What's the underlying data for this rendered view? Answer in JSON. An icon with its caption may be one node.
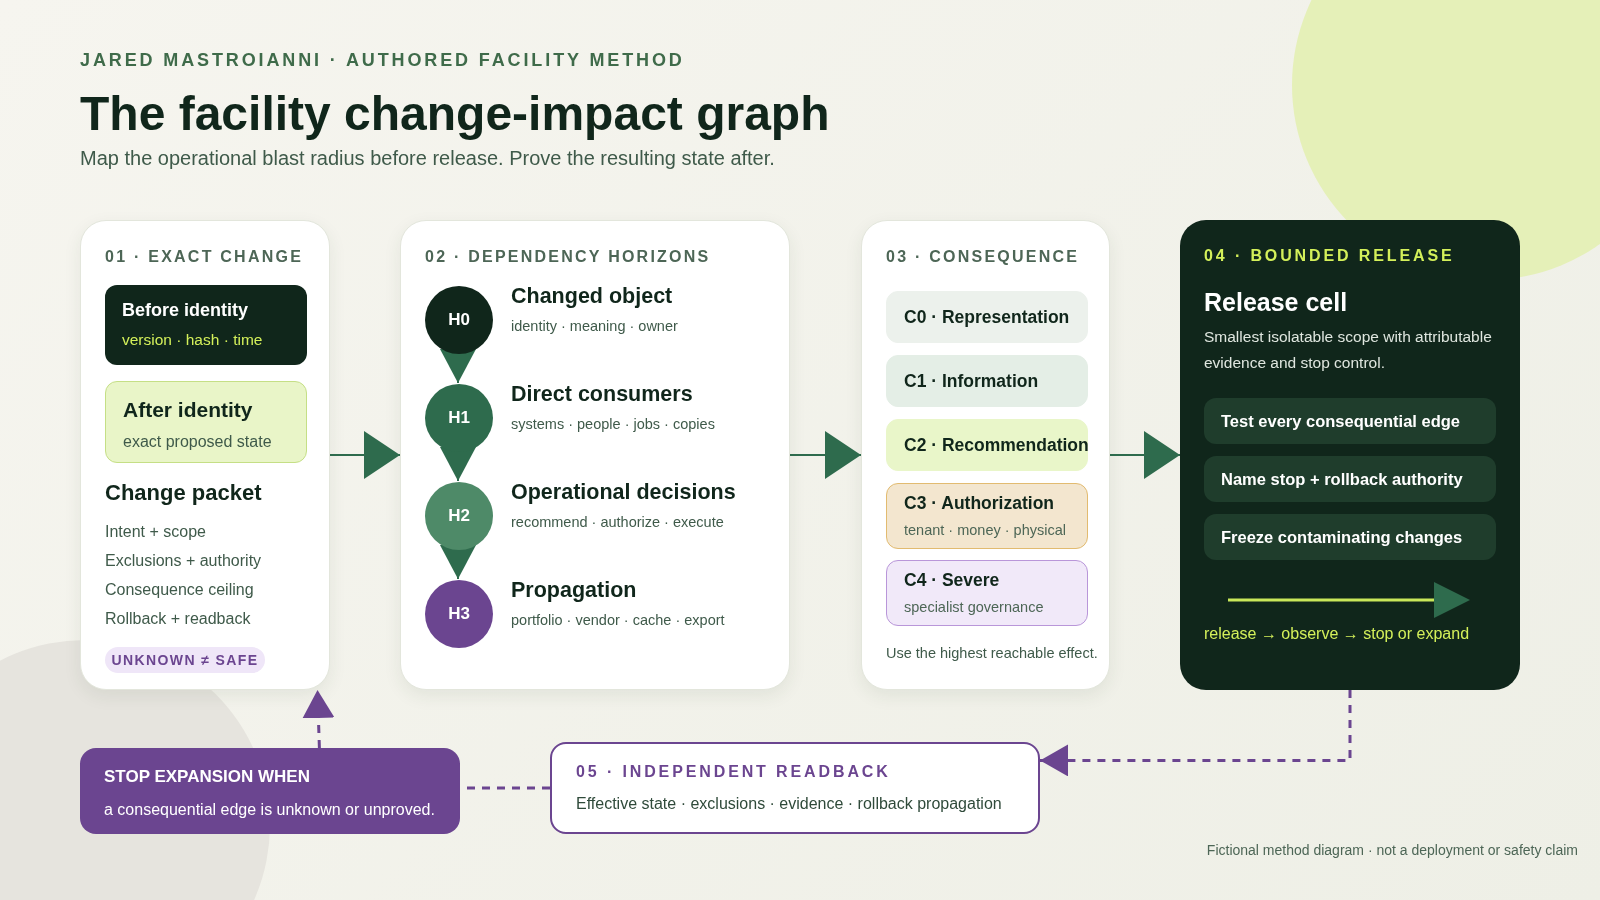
{
  "diagram": {
    "title": "The facility change-impact graph",
    "nodes": [
      {
        "text": [
          "01 · EXACT CHANGE",
          "Change packet",
          "Intent + scope",
          "Exclusions + authority",
          "Consequence ceiling",
          "Rollback + readback"
        ]
      },
      {
        "text": [
          "Before identity",
          "version · hash · time"
        ],
        "in": 0
      },
      {
        "text": [
          "After identity",
          "exact proposed state"
        ],
        "in": 0
      },
      {
        "text": [
          "UNKNOWN ≠ SAFE"
        ],
        "in": 0
      },
      {
        "text": [
          "02 · DEPENDENCY HORIZONS"
        ]
      },
      {
        "text": [
          "H0"
        ],
        "in": 4,
        "beside": [
          "Changed object",
          "identity · meaning · owner"
        ]
      },
      {
        "text": [
          "H1"
        ],
        "in": 4,
        "beside": [
          "Direct consumers",
          "systems · people · jobs · copies"
        ]
      },
      {
        "text": [
          "H2"
        ],
        "in": 4,
        "beside": [
          "Operational decisions",
          "recommend · authorize · execute"
        ]
      },
      {
        "text": [
          "H3"
        ],
        "in": 4,
        "beside": [
          "Propagation",
          "portfolio · vendor · cache · export"
        ]
      },
      {
        "text": [
          "03 · CONSEQUENCE",
          "Use the highest reachable effect."
        ]
      },
      {
        "text": [
          "C0 · Representation"
        ],
        "in": 9
      },
      {
        "text": [
          "C1 · Information"
        ],
        "in": 9
      },
      {
        "text": [
          "C2 · Recommendation"
        ],
        "in": 9
      },
      {
        "text": [
          "C3 · Authorization",
          "tenant · money · physical"
        ],
        "in": 9
      },
      {
        "text": [
          "C4 · Severe",
          "specialist governance"
        ],
        "in": 9
      },
      {
        "text": [
          "04 · BOUNDED RELEASE",
          "Release cell",
          "Smallest isolatable scope with attributable evidence and stop control.",
          "release → observe → stop or expand"
        ]
      },
      {
        "text": [
          "Test every consequential edge"
        ],
        "in": 15
      },
      {
        "text": [
          "Name stop + rollback authority"
        ],
        "in": 15
      },
      {
        "text": [
          "Freeze contaminating changes"
        ],
        "in": 15
      },
      {
        "text": [
          "STOP EXPANSION WHEN",
          "a consequential edge is unknown or unproved."
        ]
      },
      {
        "text": [
          "05 · INDEPENDENT READBACK",
          "Effective state · exclusions · evidence · rollback propagation"
        ]
      }
    ],
    "edges": [
      {
        "from": 0,
        "to": 4,
        "arrow": "to"
      },
      {
        "from": 4,
        "to": 9,
        "arrow": "to"
      },
      {
        "from": 9,
        "to": 15,
        "arrow": "to"
      },
      {
        "from": 5,
        "to": 6,
        "arrow": "to"
      },
      {
        "from": 6,
        "to": 7,
        "arrow": "to"
      },
      {
        "from": 7,
        "to": 8,
        "arrow": "to"
      },
      {
        "from": 15,
        "to": 20,
        "arrow": "to",
        "style": "dashed",
        "color": "#6b4590"
      },
      {
        "from": 20,
        "to": 19,
        "arrow": "none",
        "style": "dashed",
        "color": "#6b4590"
      },
      {
        "from": 19,
        "to": 0,
        "arrow": "to",
        "style": "dashed",
        "color": "#6b4590"
      }
    ],
    "labels": [
      "JARED MASTROIANNI · AUTHORED FACILITY METHOD",
      "Map the operational blast radius before release. Prove the resulting state after.",
      "Fictional method diagram · not a deployment or safety claim"
    ]
  }
}
